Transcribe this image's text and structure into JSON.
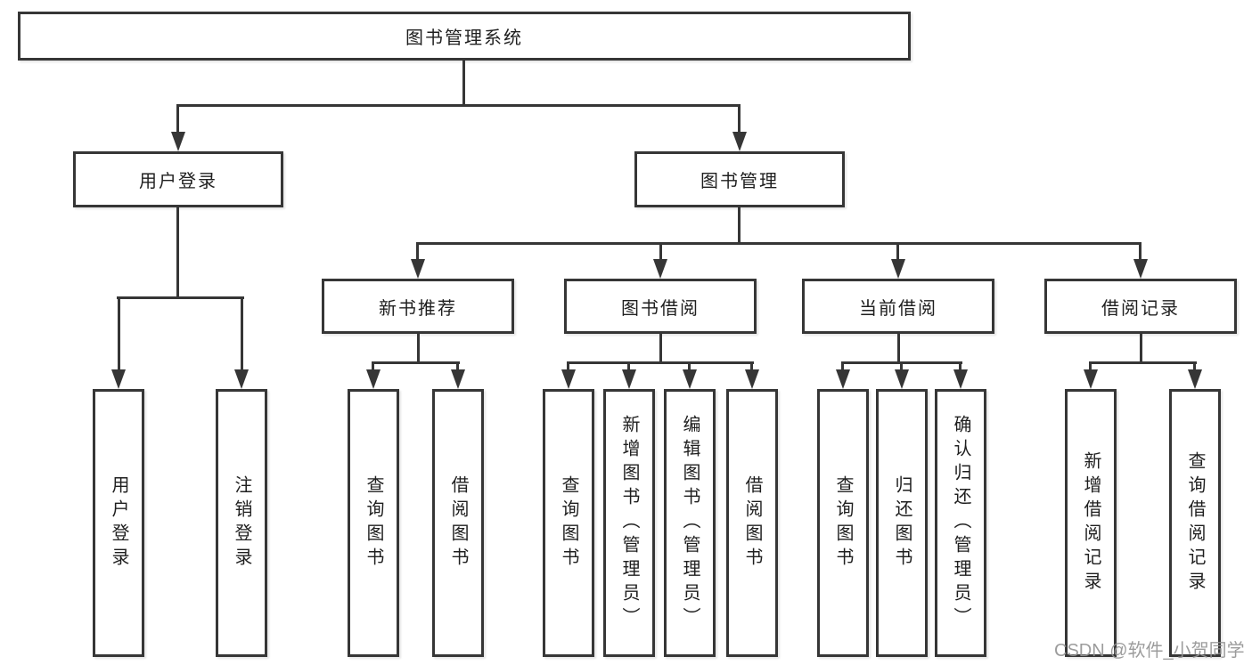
{
  "colors": {
    "line": "#363636",
    "box_border": "#363636",
    "text": "#1f1f1f",
    "background": "#ffffff",
    "watermark": "#949494"
  },
  "watermark": "CSDN @软件_小贺同学",
  "diagram": {
    "type": "tree",
    "root": "图书管理系统",
    "level2": [
      "用户登录",
      "图书管理"
    ],
    "level3": [
      "新书推荐",
      "图书借阅",
      "当前借阅",
      "借阅记录"
    ],
    "leaves": [
      "用户登录",
      "注销登录",
      "查询图书",
      "借阅图书",
      "查询图书",
      "新增图书（管理员）",
      "编辑图书（管理员）",
      "借阅图书",
      "查询图书",
      "归还图书",
      "确认归还（管理员）",
      "新增借阅记录",
      "查询借阅记录"
    ],
    "hierarchy": {
      "图书管理系统": [
        "用户登录",
        "图书管理"
      ],
      "用户登录": [
        "用户登录",
        "注销登录"
      ],
      "图书管理": [
        "新书推荐",
        "图书借阅",
        "当前借阅",
        "借阅记录"
      ],
      "新书推荐": [
        "查询图书",
        "借阅图书"
      ],
      "图书借阅": [
        "查询图书",
        "新增图书（管理员）",
        "编辑图书（管理员）",
        "借阅图书"
      ],
      "当前借阅": [
        "查询图书",
        "归还图书",
        "确认归还（管理员）"
      ],
      "借阅记录": [
        "新增借阅记录",
        "查询借阅记录"
      ]
    }
  }
}
